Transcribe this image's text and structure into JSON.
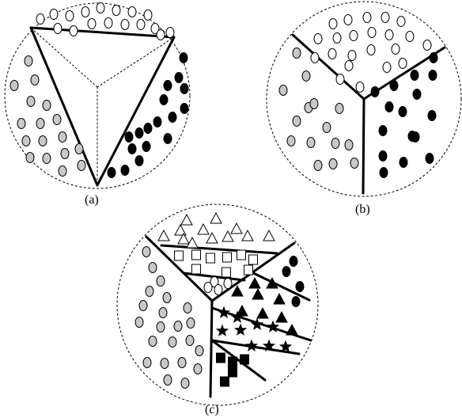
{
  "panels": [
    {
      "id": "a",
      "label": "(a)"
    },
    {
      "id": "b",
      "label": "(b)"
    },
    {
      "id": "c",
      "label": "(c)"
    }
  ],
  "colors": {
    "white_fill": "#ffffff",
    "gray_fill": "#c8c8c8",
    "black_fill": "#000000",
    "stroke": "#000000"
  },
  "classes": [
    "white-circle",
    "gray-circle",
    "black-circle",
    "triangle",
    "square",
    "star"
  ]
}
